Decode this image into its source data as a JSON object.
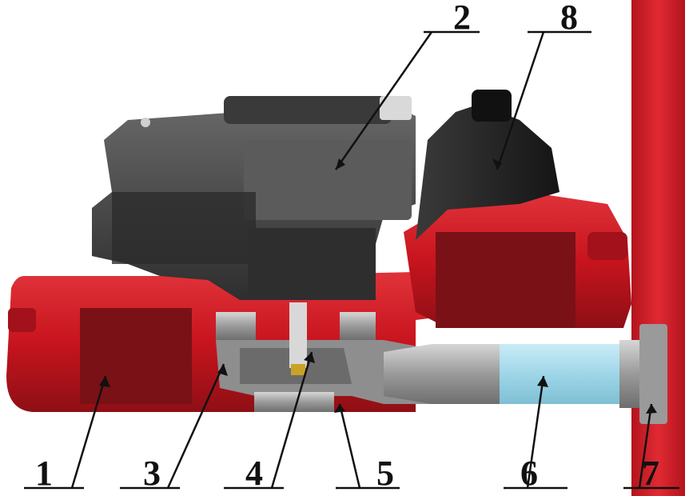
{
  "diagram": {
    "callouts": [
      {
        "id": "1",
        "label": "1"
      },
      {
        "id": "2",
        "label": "2"
      },
      {
        "id": "3",
        "label": "3"
      },
      {
        "id": "4",
        "label": "4"
      },
      {
        "id": "5",
        "label": "5"
      },
      {
        "id": "6",
        "label": "6"
      },
      {
        "id": "7",
        "label": "7"
      },
      {
        "id": "8",
        "label": "8"
      }
    ]
  },
  "colors": {
    "housing_red": "#c8141e",
    "housing_dark": "#7a1116",
    "engine_gray": "#4a4a4a",
    "engine_dark": "#2a2a2a",
    "tank_black": "#1e1e1e",
    "tube_blue": "#9fd6e8",
    "metal_gray": "#a9a9a9",
    "post_red": "#d2202a",
    "leader_line": "#111111"
  }
}
